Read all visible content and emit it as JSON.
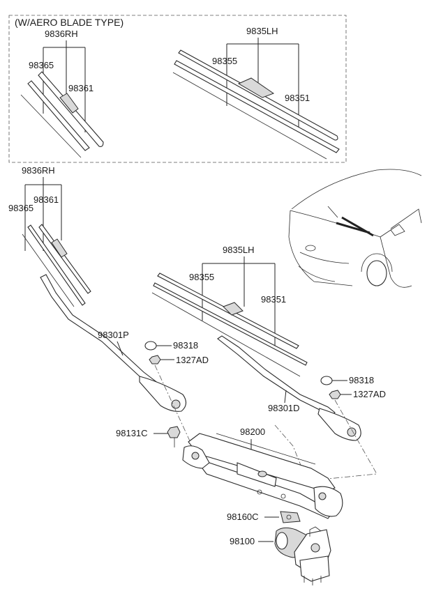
{
  "aero_box": {
    "title": "(W/AERO BLADE TYPE)",
    "rh_label": "9836RH",
    "rh_parts": [
      "98365",
      "98361"
    ],
    "lh_label": "9835LH",
    "lh_parts": [
      "98355",
      "98351"
    ]
  },
  "standard": {
    "rh_label": "9836RH",
    "rh_parts": [
      "98365",
      "98361"
    ],
    "lh_label": "9835LH",
    "lh_parts": [
      "98355",
      "98351"
    ]
  },
  "parts": {
    "arm_rh": "98301P",
    "cap_rh": "98318",
    "nut_rh": "1327AD",
    "arm_lh": "98301D",
    "cap_lh": "98318",
    "nut_lh": "1327AD",
    "bolt": "98131C",
    "linkage": "98200",
    "bracket": "98160C",
    "motor": "98100"
  }
}
